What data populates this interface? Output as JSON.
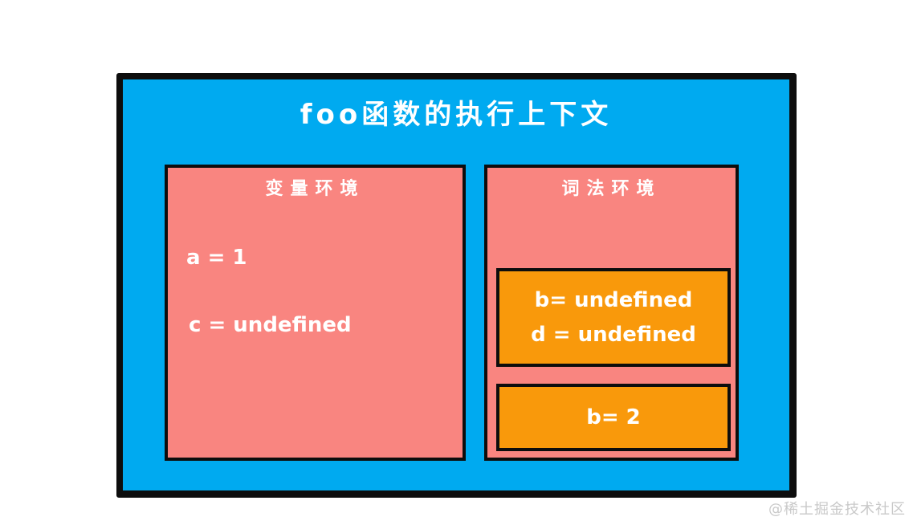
{
  "diagram": {
    "title": "foo函数的执行上下文",
    "variable_environment": {
      "label": "变量环境",
      "entries": [
        "a = 1",
        "c = undefined"
      ]
    },
    "lexical_environment": {
      "label": "词法环境",
      "blocks": [
        {
          "lines": [
            "b= undefined",
            "d = undefined"
          ]
        },
        {
          "lines": [
            "b= 2"
          ]
        }
      ]
    },
    "colors": {
      "outer_box": "#00aaf0",
      "environment_box": "#f98580",
      "scope_block": "#f9990b",
      "border": "#0d0d0d",
      "text": "#ffffff"
    }
  },
  "watermark": {
    "text": "@稀土掘金技术社区"
  }
}
